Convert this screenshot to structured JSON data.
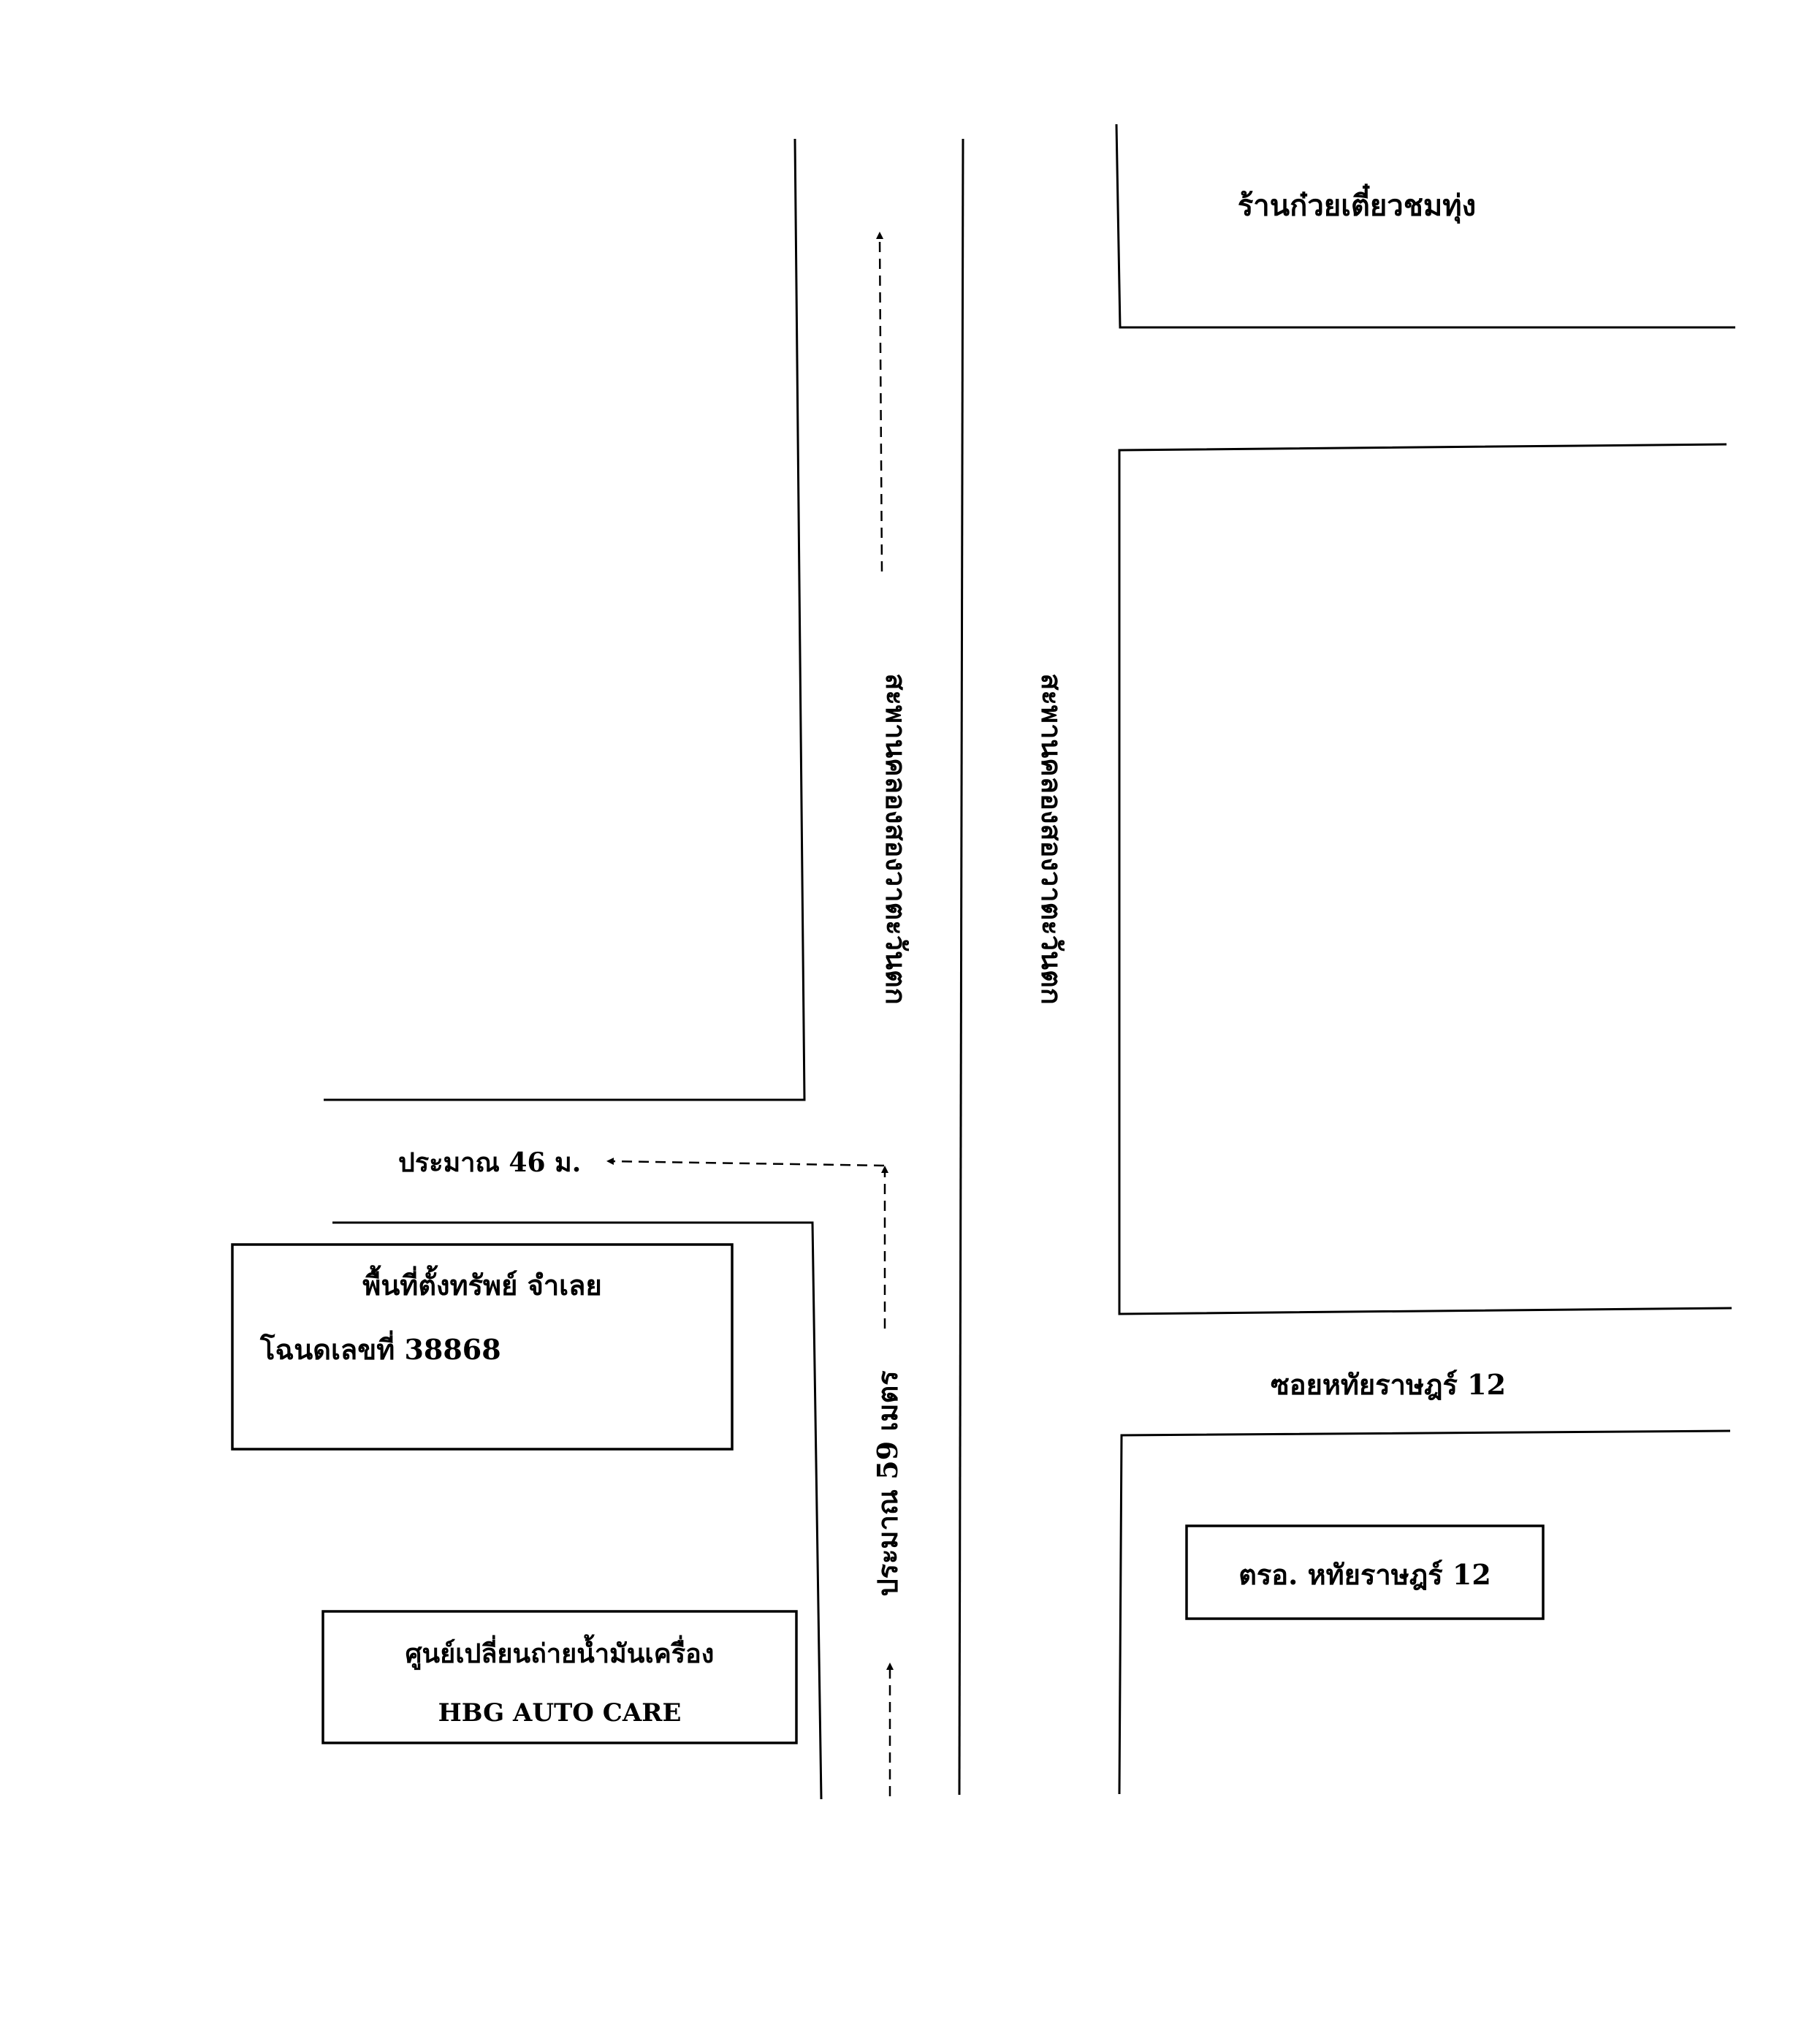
{
  "map": {
    "landmarks": {
      "noodle_shop": "ร้านก๋วยเตี๋ยวชมทุ่ง",
      "property_line1": "พื้นที่ตั้งทรัพย์ จำเลย",
      "property_line2": "โฉนดเลขที่ 38868",
      "oil_center_line1": "ศูนย์เปลี่ยนถ่ายน้ำมันเครื่อง",
      "oil_center_line2": "HBG AUTO CARE",
      "police_station": "ตรอ. หทัยราษฎร์ 12"
    },
    "roads": {
      "bridge_left": "สะพานคลองสองวาตะวันตก",
      "bridge_right": "สะพานคลองสองวาตะวันตก",
      "soi": "ซอยหทัยราษฎร์ 12"
    },
    "distances": {
      "horizontal": "ประมาณ 46 ม.",
      "vertical": "ประมาณ 59 เมตร"
    }
  }
}
